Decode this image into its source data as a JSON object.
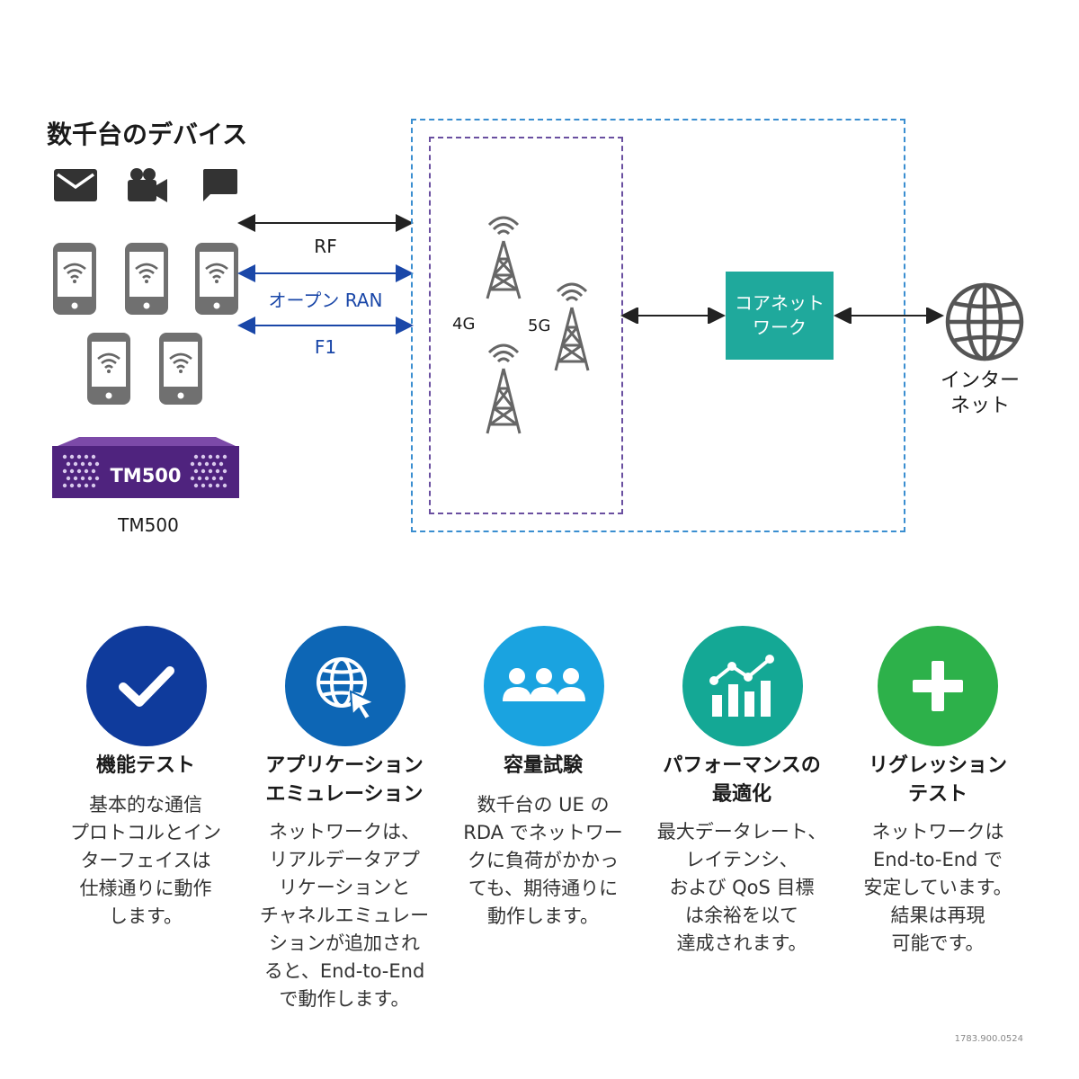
{
  "devices": {
    "title": "数千台のデバイス",
    "tm500_badge": "TM500",
    "tm500_label": "TM500"
  },
  "links": {
    "rf": "RF",
    "open_ran": "オープン RAN",
    "f1": "F1"
  },
  "ran": {
    "label_4g": "4G",
    "label_5g": "5G"
  },
  "core": {
    "line1": "コアネット",
    "line2": "ワーク"
  },
  "internet": {
    "line1": "インター",
    "line2": "ネット"
  },
  "colors": {
    "open_ran_blue": "#1a47a8",
    "core_teal": "#1fa99c",
    "tm500_purple": "#5a2a8a",
    "outer_dash": "#3a8ed0",
    "inner_dash": "#6a4fa0"
  },
  "features": [
    {
      "icon": "check-icon",
      "color": "#0f3b9c",
      "title": "機能テスト",
      "desc": "基本的な通信\nプロトコルとイン\nターフェイスは\n仕様通りに動作\nします。"
    },
    {
      "icon": "globe-cursor-icon",
      "color": "#0d66b5",
      "title": "アプリケーション\nエミュレーション",
      "desc": "ネットワークは、\nリアルデータアプ\nリケーションと\nチャネルエミュレー\nションが追加され\nると、End-to-End\nで動作します。"
    },
    {
      "icon": "users-icon",
      "color": "#1aa3e0",
      "title": "容量試験",
      "desc": "数千台の UE の\nRDA でネットワー\nクに負荷がかかっ\nても、期待通りに\n動作します。"
    },
    {
      "icon": "chart-icon",
      "color": "#14a895",
      "title": "パフォーマンスの\n最適化",
      "desc": "最大データレート、\nレイテンシ、\nおよび QoS 目標\nは余裕を以て\n達成されます。"
    },
    {
      "icon": "plus-icon",
      "color": "#2db14a",
      "title": "リグレッション\nテスト",
      "desc": "ネットワークは\nEnd-to-End で\n安定しています。\n結果は再現\n可能です。"
    }
  ],
  "footnote": "1783.900.0524"
}
